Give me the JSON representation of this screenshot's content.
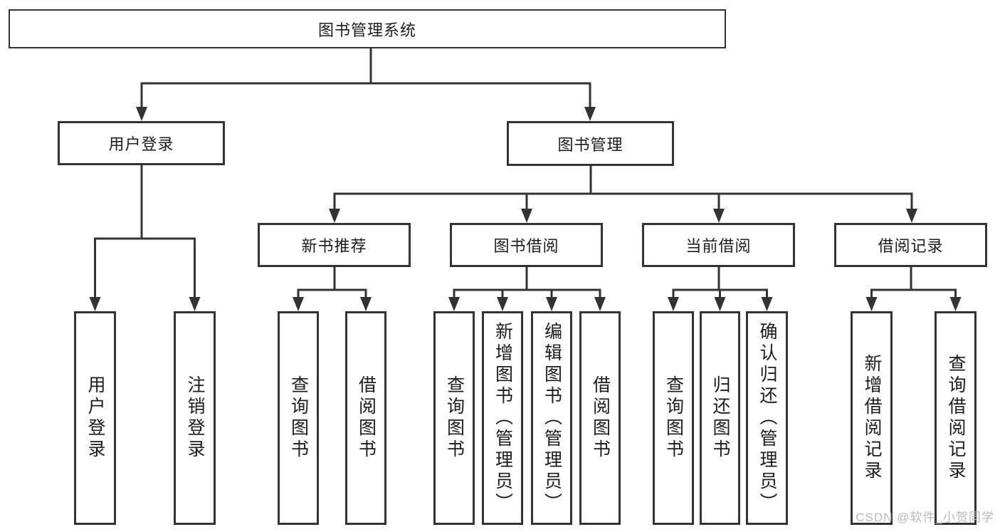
{
  "tree": {
    "root": {
      "label": "图书管理系统"
    },
    "level1": [
      {
        "label": "用户登录"
      },
      {
        "label": "图书管理"
      }
    ],
    "level2": [
      {
        "label": "新书推荐"
      },
      {
        "label": "图书借阅"
      },
      {
        "label": "当前借阅"
      },
      {
        "label": "借阅记录"
      }
    ],
    "leaves": [
      {
        "label": "用户登录"
      },
      {
        "label": "注销登录"
      },
      {
        "label": "查询图书"
      },
      {
        "label": "借阅图书"
      },
      {
        "label": "查询图书"
      },
      {
        "label": "新增图书（管理员）"
      },
      {
        "label": "编辑图书（管理员）"
      },
      {
        "label": "借阅图书"
      },
      {
        "label": "查询图书"
      },
      {
        "label": "归还图书"
      },
      {
        "label": "确认归还（管理员）"
      },
      {
        "label": "新增借阅记录"
      },
      {
        "label": "查询借阅记录"
      }
    ]
  },
  "watermark": {
    "text": "CSDN @软件_小贺同学"
  },
  "colors": {
    "line": "#333333",
    "box_background": "#ffffff",
    "text": "#1c1c1c",
    "watermark": "#b9b9b9"
  }
}
